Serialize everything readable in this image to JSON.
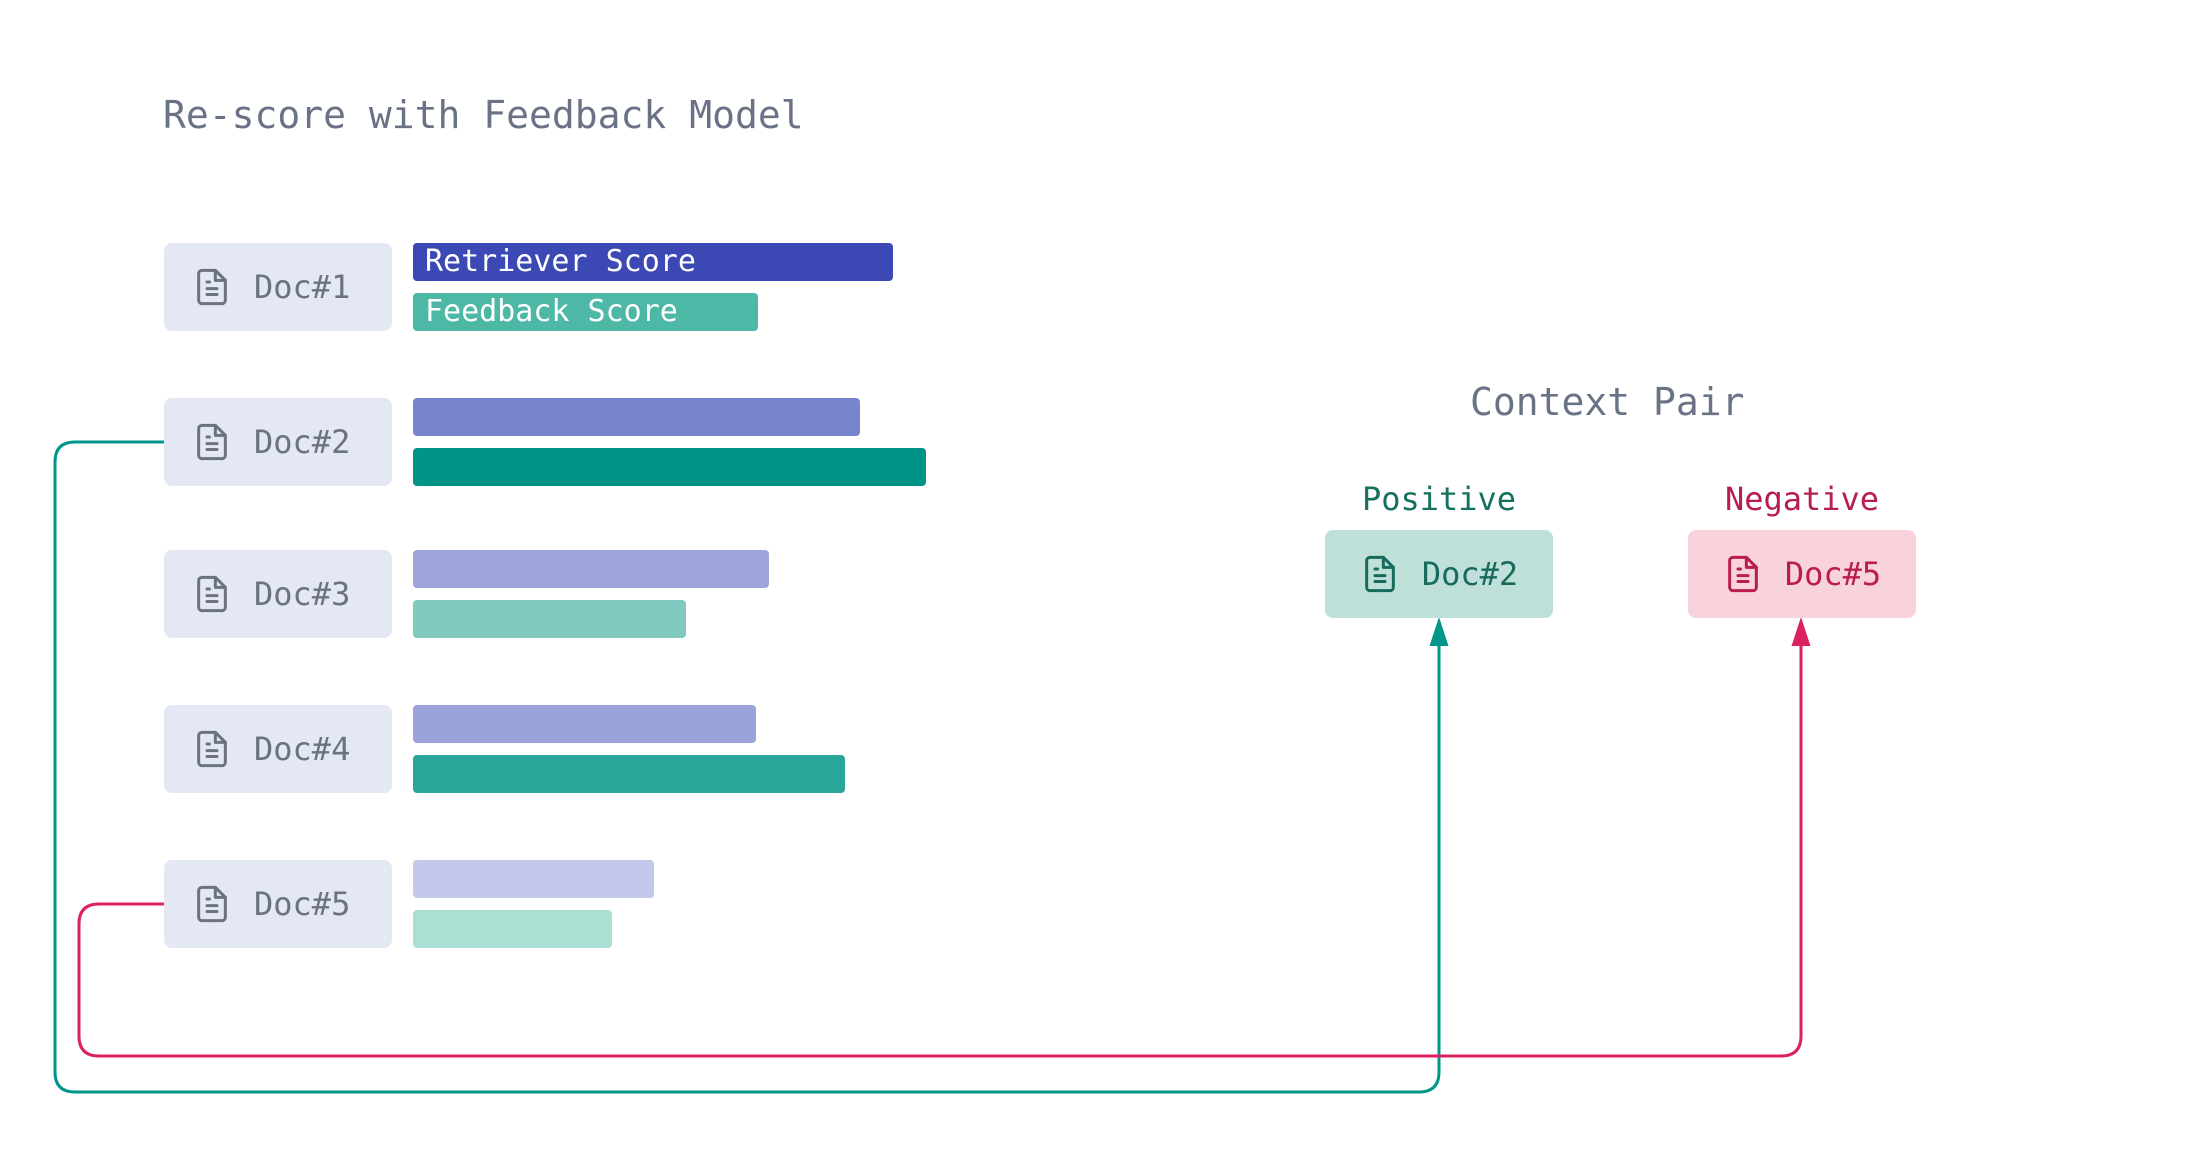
{
  "title": "Re-score with Feedback Model",
  "doc_list": {
    "rows": [
      {
        "doc": "Doc#1",
        "retriever_label": "Retriever Score",
        "retriever_width": 480,
        "retriever_color": "#3C48B4",
        "feedback_label": "Feedback Score",
        "feedback_width": 345,
        "feedback_color": "#4DB8A5"
      },
      {
        "doc": "Doc#2",
        "retriever_label": "",
        "retriever_width": 447,
        "retriever_color": "#7885CC",
        "feedback_label": "",
        "feedback_width": 513,
        "feedback_color": "#009489"
      },
      {
        "doc": "Doc#3",
        "retriever_label": "",
        "retriever_width": 356,
        "retriever_color": "#9DA5DB",
        "feedback_label": "",
        "feedback_width": 273,
        "feedback_color": "#7FC9BE"
      },
      {
        "doc": "Doc#4",
        "retriever_label": "",
        "retriever_width": 343,
        "retriever_color": "#9BA3DB",
        "feedback_label": "",
        "feedback_width": 432,
        "feedback_color": "#2AA599"
      },
      {
        "doc": "Doc#5",
        "retriever_label": "",
        "retriever_width": 241,
        "retriever_color": "#C4C9EC",
        "feedback_label": "",
        "feedback_width": 199,
        "feedback_color": "#ACDFD4"
      }
    ]
  },
  "context_pair": {
    "title": "Context Pair",
    "positive": {
      "caption": "Positive",
      "doc": "Doc#2",
      "chip_bg": "#BFE0D9",
      "chip_fg": "#176B5D",
      "caption_color": "#15705F",
      "arrow_color": "#00968A"
    },
    "negative": {
      "caption": "Negative",
      "doc": "Doc#5",
      "chip_bg": "#F8D3DC",
      "chip_fg": "#B81D4E",
      "caption_color": "#B71D4D",
      "arrow_color": "#DB2160"
    }
  },
  "palette": {
    "background": "#FFFFFF",
    "title_color": "#6A7385",
    "doc_chip_bg": "#E4E8F5",
    "doc_chip_fg": "#6B7380",
    "bar_label_color": "#FFFFFF"
  }
}
